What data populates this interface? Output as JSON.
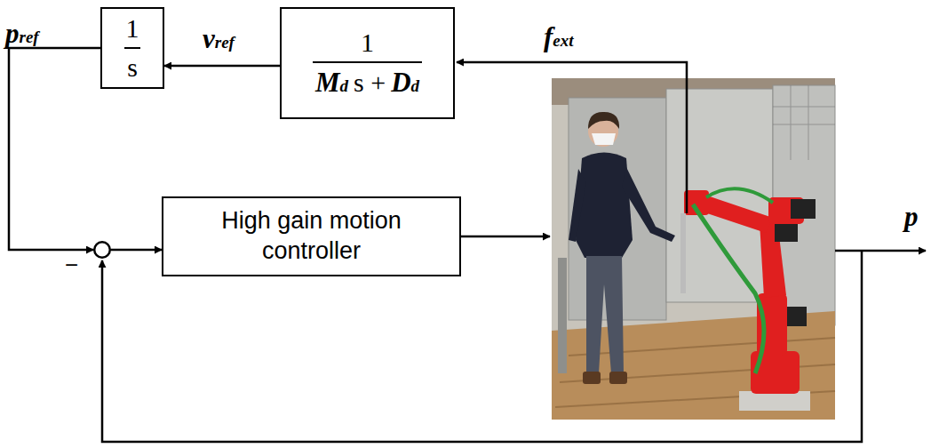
{
  "diagram": {
    "nodes": [
      {
        "text": [
          "1",
          "s"
        ]
      },
      {
        "text": [
          "1",
          "Md",
          "s +",
          "Dd"
        ]
      },
      {
        "text": [
          "−"
        ]
      },
      {
        "text": [
          "High gain motion controller"
        ]
      }
    ],
    "edges": [
      {
        "from": 1,
        "to": 0,
        "arrow": "to",
        "label": "vref"
      },
      {
        "from": 0,
        "to": 2,
        "arrow": "to",
        "label": "pref"
      },
      {
        "from": 2,
        "to": 3,
        "arrow": "to"
      }
    ],
    "labels": [
      "fext",
      "p"
    ]
  }
}
